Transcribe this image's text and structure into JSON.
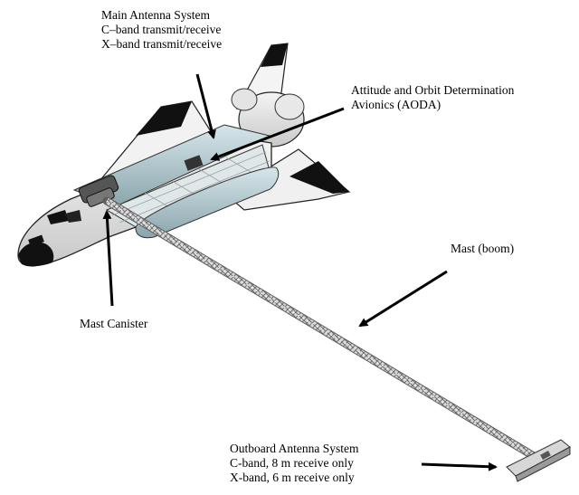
{
  "labels": {
    "main_antenna": {
      "title": "Main Antenna System",
      "line1": "C–band transmit/receive",
      "line2": "X–band transmit/receive"
    },
    "aoda": {
      "line1": "Attitude and Orbit Determination",
      "line2": "Avionics (AODA)"
    },
    "mast": "Mast (boom)",
    "mast_canister": "Mast Canister",
    "outboard": {
      "title": "Outboard Antenna System",
      "line1": "C-band, 8 m receive only",
      "line2": "X-band, 6 m receive only"
    }
  }
}
